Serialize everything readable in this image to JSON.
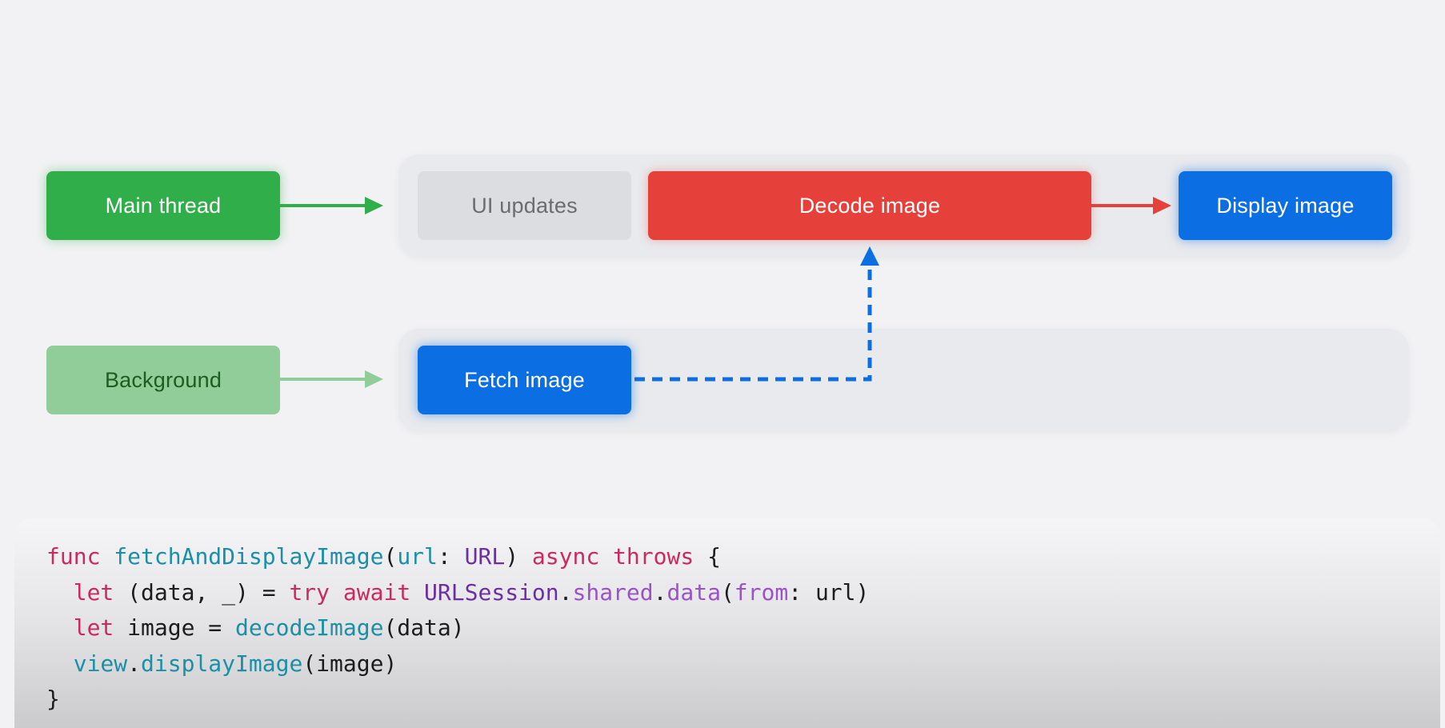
{
  "diagram": {
    "lanes": {
      "main_thread_label": "Main thread",
      "background_label": "Background"
    },
    "tasks": {
      "ui_updates": "UI updates",
      "decode_image": "Decode image",
      "display_image": "Display image",
      "fetch_image": "Fetch image"
    },
    "colors": {
      "main_thread": "#2fae4a",
      "background": "#91cd98",
      "decode": "#e5403a",
      "display": "#0b6ee3",
      "fetch": "#0b6ee3",
      "ui_updates": "#dcdde0"
    }
  },
  "code": {
    "line1": {
      "func": "func",
      "name": "fetchAndDisplayImage",
      "open": "(",
      "param": "url",
      "colon": ": ",
      "type": "URL",
      "close": ") ",
      "async": "async",
      "throws": "throws",
      "brace": " {"
    },
    "line2": {
      "let": "let",
      "pattern": " (data, _) = ",
      "try": "try",
      "await": "await",
      "session": "URLSession",
      "dot1": ".",
      "shared": "shared",
      "dot2": ".",
      "data": "data",
      "open": "(",
      "from": "from",
      "rest": ": url)"
    },
    "line3": {
      "let": "let",
      "assign": " image = ",
      "fn": "decodeImage",
      "args": "(data)"
    },
    "line4": {
      "view": "view",
      "dot": ".",
      "fn": "displayImage",
      "args": "(image)"
    },
    "line5": {
      "brace": "}"
    }
  }
}
